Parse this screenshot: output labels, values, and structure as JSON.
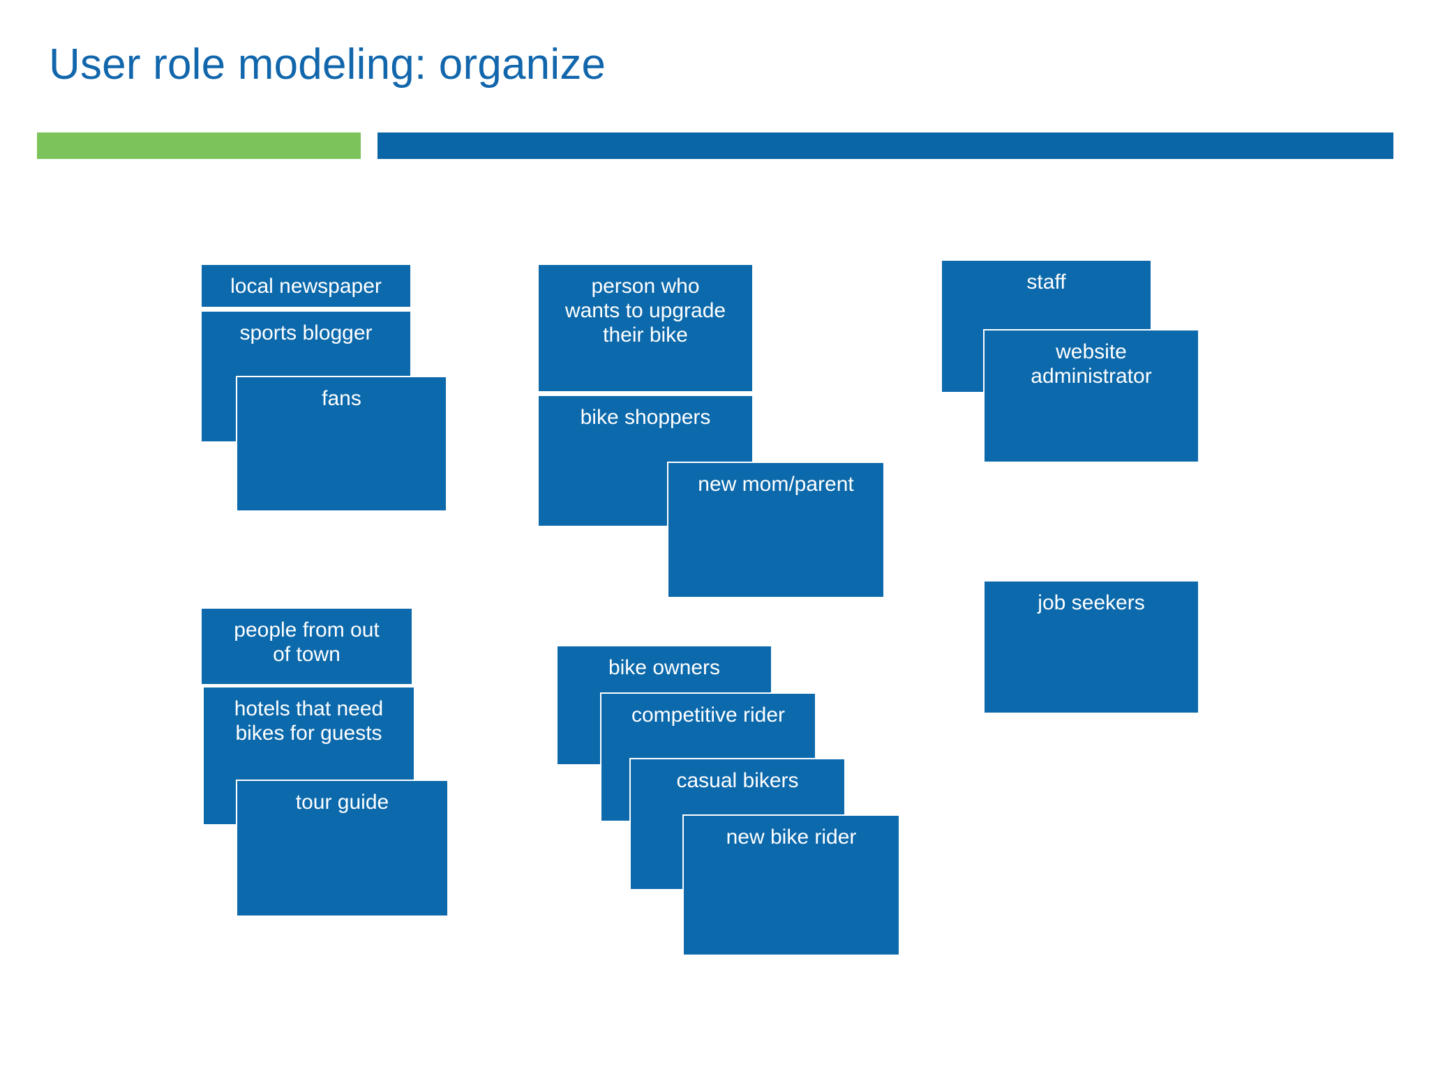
{
  "slide": {
    "title": "User role modeling: organize",
    "title_color": "#1166AC",
    "background": "#ffffff",
    "card_color": "#0C69AB",
    "card_text_color": "#FFFFFF",
    "rule_bar_green_color": "#7DC35B",
    "rule_bar_blue_color": "#0B66A8"
  },
  "groups": [
    {
      "name": "media-fans",
      "cards": [
        {
          "label": "local newspaper"
        },
        {
          "label": "sports blogger"
        },
        {
          "label": "fans"
        }
      ]
    },
    {
      "name": "bike-shoppers",
      "cards": [
        {
          "label": "person who\nwants to upgrade\ntheir bike"
        },
        {
          "label": "bike shoppers"
        },
        {
          "label": "new mom/parent"
        }
      ]
    },
    {
      "name": "staff",
      "cards": [
        {
          "label": "staff"
        },
        {
          "label": "website\nadministrator"
        }
      ]
    },
    {
      "name": "out-of-town-visitors",
      "cards": [
        {
          "label": "people from out\nof town"
        },
        {
          "label": "hotels that need\nbikes for guests"
        },
        {
          "label": "tour guide"
        }
      ]
    },
    {
      "name": "riders",
      "cards": [
        {
          "label": "bike owners"
        },
        {
          "label": "competitive rider"
        },
        {
          "label": "casual bikers"
        },
        {
          "label": "new bike rider"
        }
      ]
    },
    {
      "name": "job-seekers",
      "cards": [
        {
          "label": "job seekers"
        }
      ]
    }
  ]
}
